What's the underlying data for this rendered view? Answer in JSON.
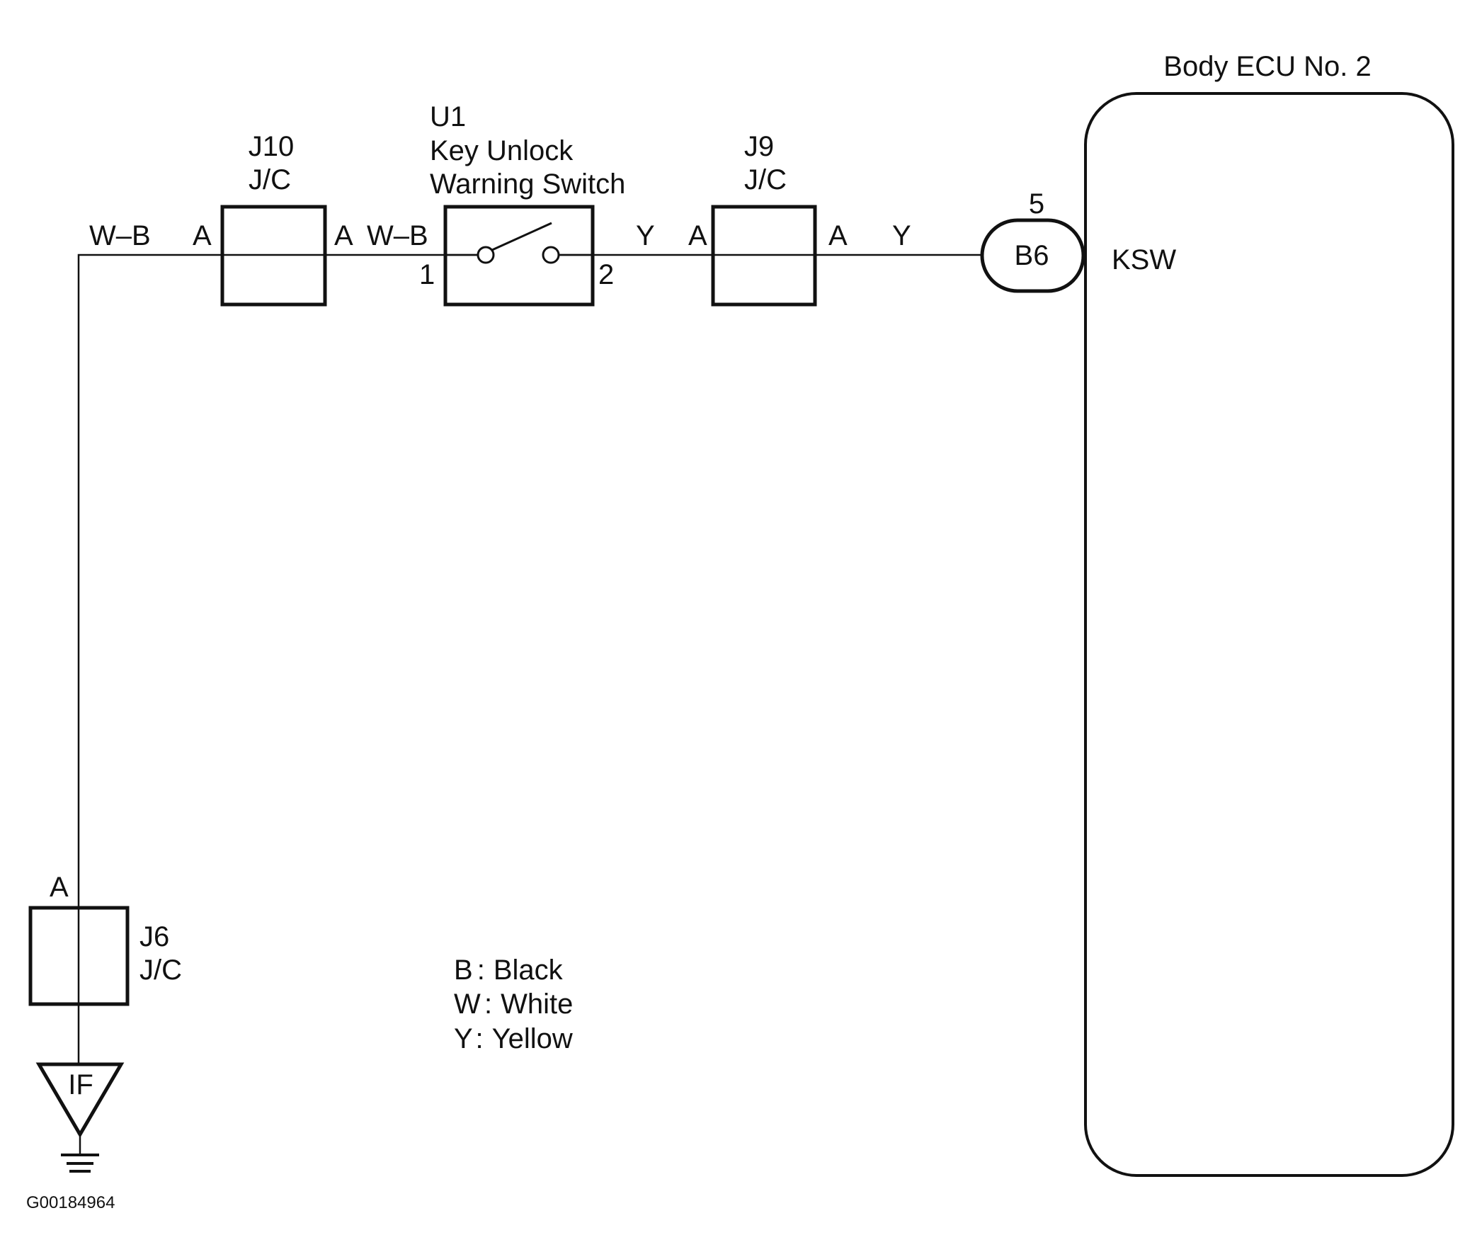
{
  "diagram": {
    "figure_id": "G00184964",
    "ecu": {
      "title": "Body ECU No. 2",
      "terminal": "KSW"
    },
    "connector_b6": {
      "name": "B6",
      "pin": "5"
    },
    "switch": {
      "id": "U1",
      "name_line1": "Key Unlock",
      "name_line2": "Warning Switch",
      "pin_in": "1",
      "pin_out": "2"
    },
    "junctions": [
      {
        "id": "J10",
        "type": "J/C",
        "pin_left": "A",
        "pin_right": "A"
      },
      {
        "id": "J9",
        "type": "J/C",
        "pin_left": "A",
        "pin_right": "A"
      },
      {
        "id": "J6",
        "type": "J/C",
        "pin_top": "A"
      }
    ],
    "wires": {
      "left_wb": "W–B",
      "mid_wb": "W–B",
      "switch_out_y": "Y",
      "to_ecu_y": "Y"
    },
    "ground": {
      "label": "IF"
    },
    "legend": [
      {
        "code": "B",
        "sep": ":",
        "color": "Black"
      },
      {
        "code": "W",
        "sep": ":",
        "color": "White"
      },
      {
        "code": "Y",
        "sep": ":",
        "color": "Yellow"
      }
    ]
  }
}
